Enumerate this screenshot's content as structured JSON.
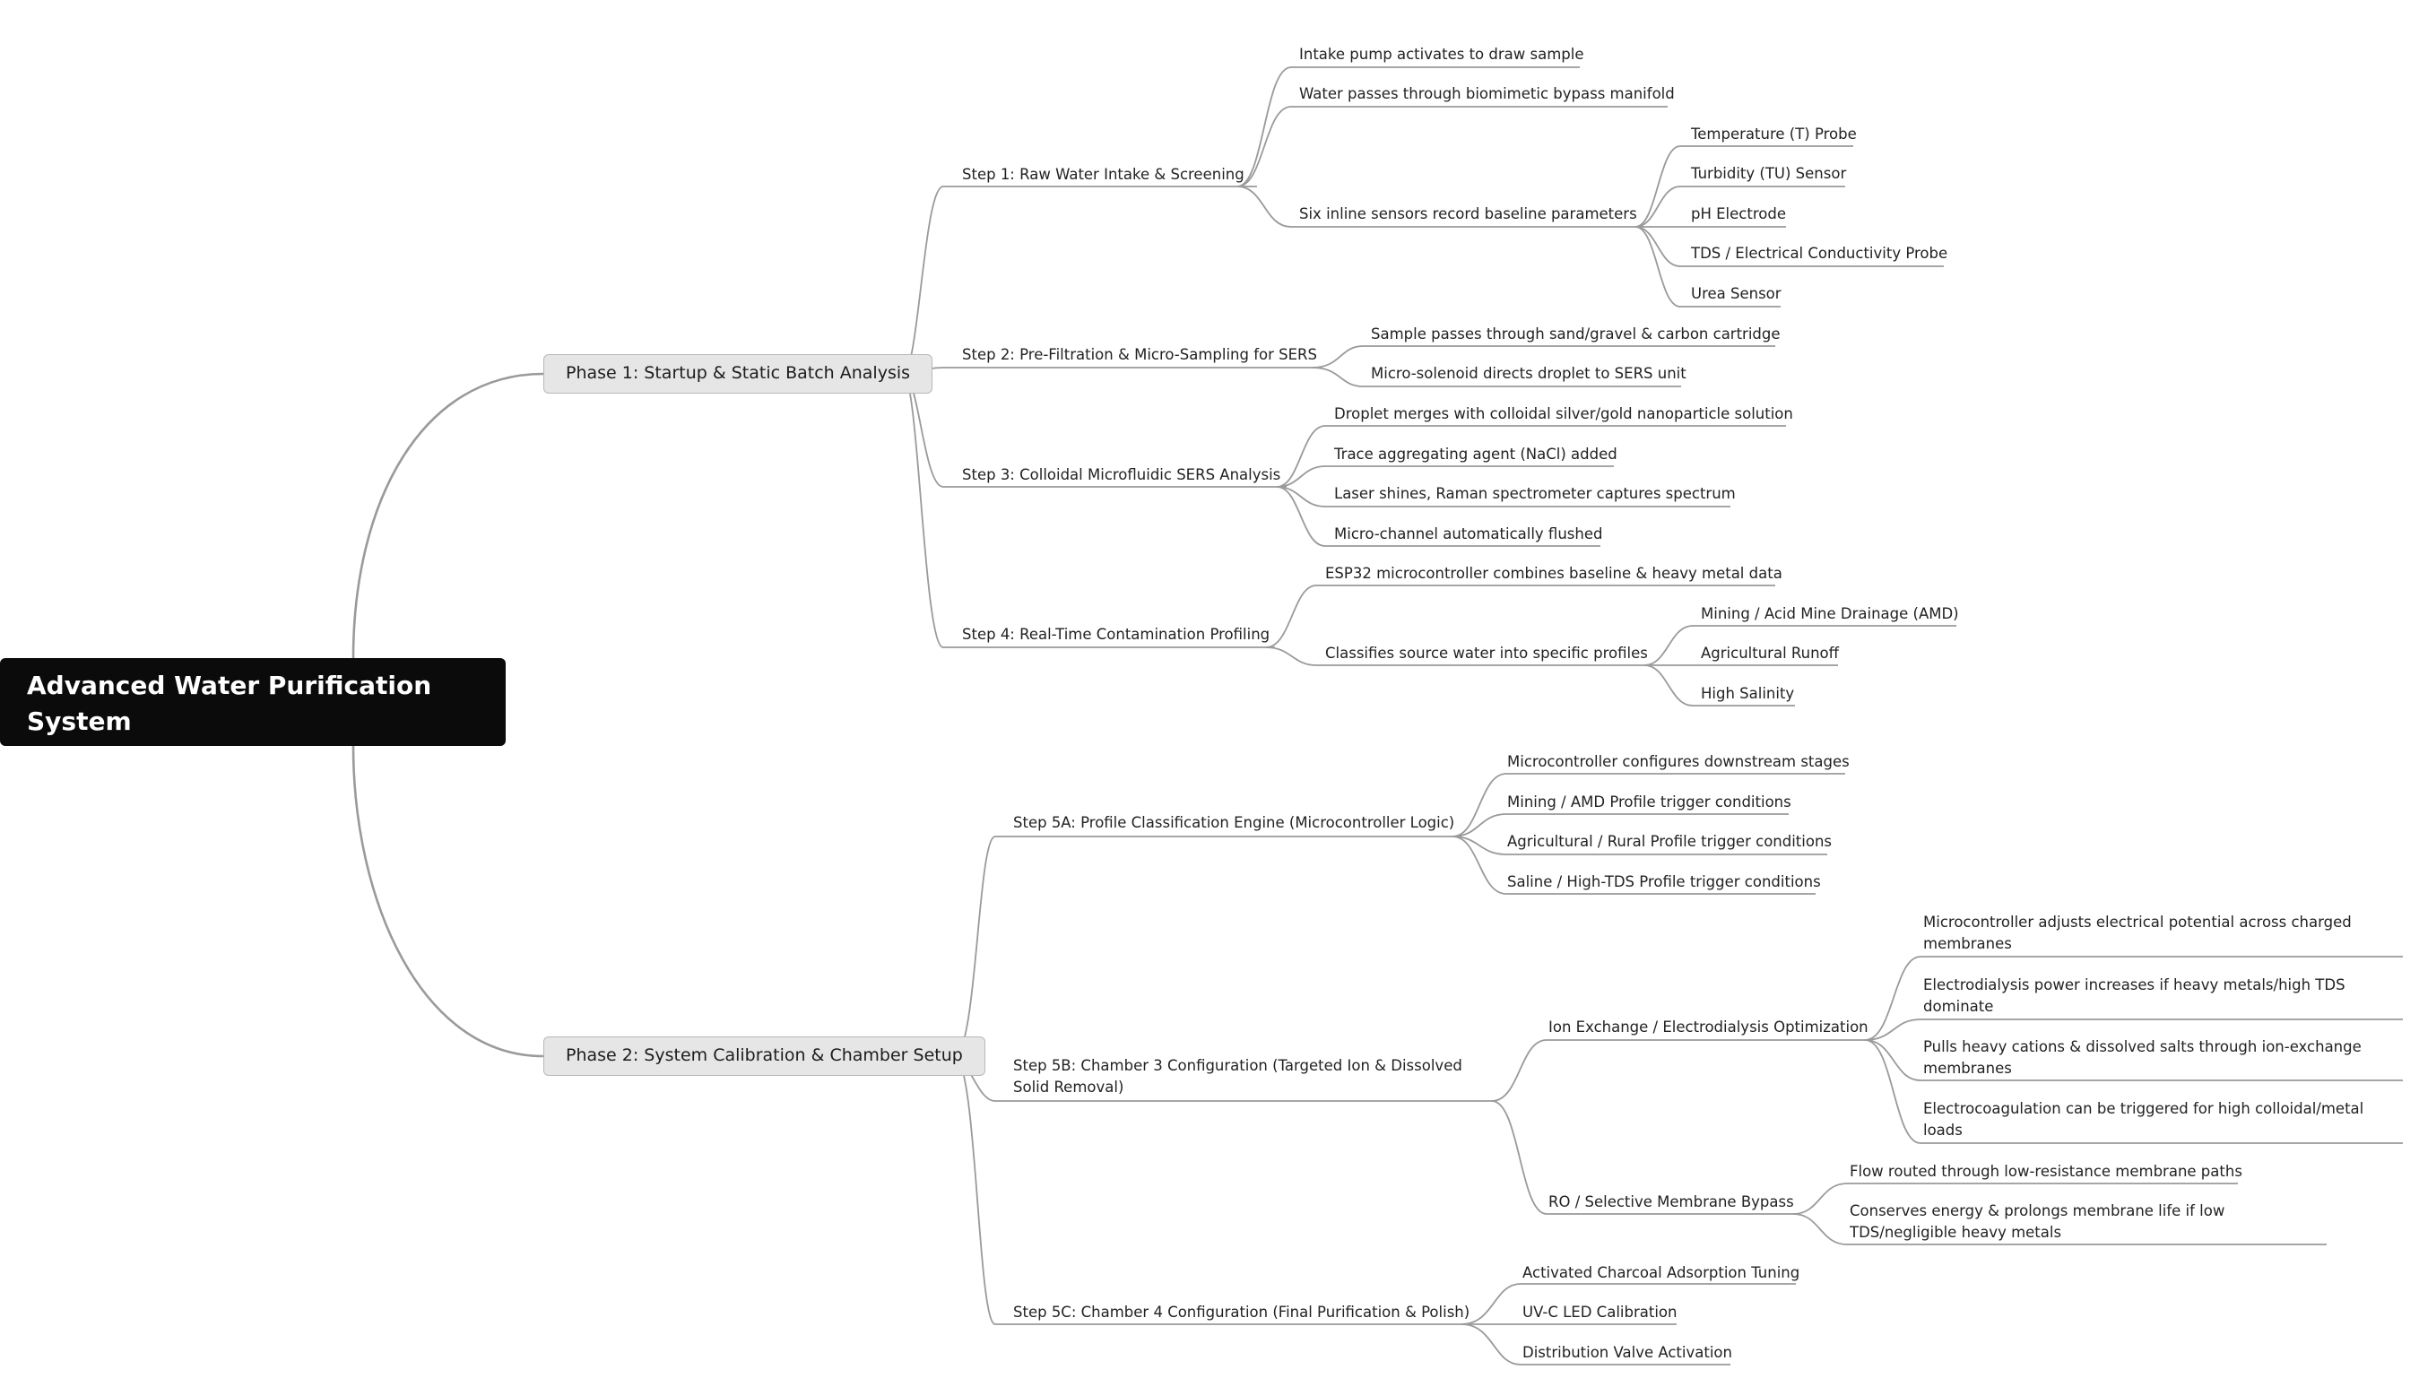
{
  "root": "Advanced Water Purification System",
  "phase1": {
    "label": "Phase 1: Startup & Static Batch Analysis",
    "step1": {
      "label": "Step 1: Raw Water Intake & Screening",
      "items": [
        "Intake pump activates to draw sample",
        "Water passes through biomimetic bypass manifold",
        "Six inline sensors record baseline parameters"
      ],
      "sensors": [
        "Temperature (T) Probe",
        "Turbidity (TU) Sensor",
        "pH Electrode",
        "TDS / Electrical Conductivity Probe",
        "Urea Sensor"
      ]
    },
    "step2": {
      "label": "Step 2: Pre-Filtration & Micro-Sampling for SERS",
      "items": [
        "Sample passes through sand/gravel & carbon cartridge",
        "Micro-solenoid directs droplet to SERS unit"
      ]
    },
    "step3": {
      "label": "Step 3: Colloidal Microfluidic SERS Analysis",
      "items": [
        "Droplet merges with colloidal silver/gold nanoparticle solution",
        "Trace aggregating agent (NaCl) added",
        "Laser shines, Raman spectrometer captures spectrum",
        "Micro-channel automatically flushed"
      ]
    },
    "step4": {
      "label": "Step 4: Real-Time Contamination Profiling",
      "items": [
        "ESP32 microcontroller combines baseline & heavy metal data",
        "Classifies source water into specific profiles"
      ],
      "profiles": [
        "Mining / Acid Mine Drainage (AMD)",
        "Agricultural Runoff",
        "High Salinity"
      ]
    }
  },
  "phase2": {
    "label": "Phase 2: System Calibration & Chamber Setup",
    "step5a": {
      "label": "Step 5A: Profile Classification Engine (Microcontroller Logic)",
      "items": [
        "Microcontroller configures downstream stages",
        "Mining / AMD Profile trigger conditions",
        "Agricultural / Rural Profile trigger conditions",
        "Saline / High-TDS Profile trigger conditions"
      ]
    },
    "step5b": {
      "label": "Step 5B: Chamber 3 Configuration (Targeted Ion & Dissolved Solid Removal)",
      "ion": {
        "label": "Ion Exchange / Electrodialysis Optimization",
        "items": [
          "Microcontroller adjusts electrical potential across charged membranes",
          "Electrodialysis power increases if heavy metals/high TDS dominate",
          "Pulls heavy cations & dissolved salts through ion-exchange membranes",
          "Electrocoagulation can be triggered for high colloidal/metal loads"
        ]
      },
      "ro": {
        "label": "RO / Selective Membrane Bypass",
        "items": [
          "Flow routed through low-resistance membrane paths",
          "Conserves energy & prolongs membrane life if low TDS/negligible heavy metals"
        ]
      }
    },
    "step5c": {
      "label": "Step 5C: Chamber 4 Configuration (Final Purification & Polish)",
      "items": [
        "Activated Charcoal Adsorption Tuning",
        "UV-C LED Calibration",
        "Distribution Valve Activation"
      ]
    }
  }
}
